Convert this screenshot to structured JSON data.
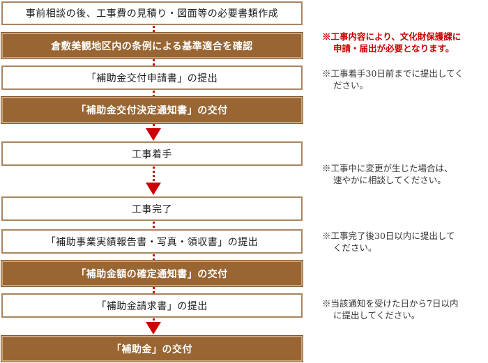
{
  "colors": {
    "box_brown": "#996633",
    "box_border": "#a88460",
    "arrow_red": "#cc0000",
    "note_red": "#cc0000",
    "note_gray": "#333333"
  },
  "steps": [
    {
      "label": "事前相談の後、工事費の見積り・図面等の必要書類作成",
      "style": "white"
    },
    {
      "label": "倉敷美観地区内の条例による基準適合を確認",
      "style": "brown"
    },
    {
      "label": "「補助金交付申請書」の提出",
      "style": "white"
    },
    {
      "label": "「補助金交付決定通知書」の交付",
      "style": "brown"
    },
    {
      "label": "工事着手",
      "style": "white"
    },
    {
      "label": "工事完了",
      "style": "white"
    },
    {
      "label": "「補助事業実績報告書・写真・領収書」の提出",
      "style": "white"
    },
    {
      "label": "「補助金額の確定通知書」の交付",
      "style": "brown"
    },
    {
      "label": "「補助金請求書」の提出",
      "style": "white"
    },
    {
      "label": "「補助金」の交付",
      "style": "brown"
    }
  ],
  "notes": [
    {
      "line1": "※工事内容により、文化財保護課に",
      "line2": "申請・届出が必要となります。",
      "emphasis": "red"
    },
    {
      "line1": "※工事着手30日前までに提出してく",
      "line2": "ださい。",
      "emphasis": "normal"
    },
    {
      "line1": "※工事中に変更が生じた場合は、",
      "line2": "速やかに相談してください。",
      "emphasis": "normal"
    },
    {
      "line1": "※工事完了後30日以内に提出して",
      "line2": "ください。",
      "emphasis": "normal"
    },
    {
      "line1": "※当該通知を受けた日から7日以内",
      "line2": "に提出してください。",
      "emphasis": "normal"
    }
  ]
}
